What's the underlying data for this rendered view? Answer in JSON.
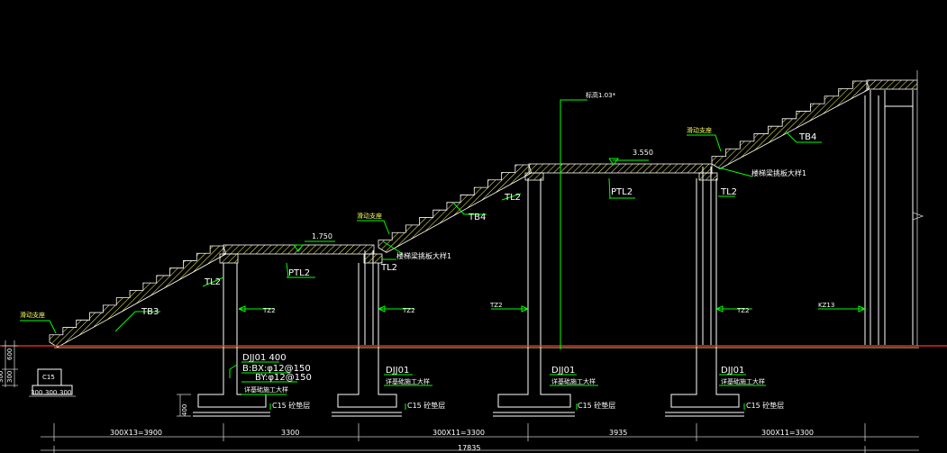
{
  "drawing": {
    "background": "#000000",
    "colors": {
      "structure": "#ffffff",
      "hatch": "#ffff66",
      "leader": "#00ff00",
      "ground": "#ff3333",
      "dimension": "#c8c8c8"
    },
    "labels": {
      "slide_support_1": "滑动支座",
      "slide_support_2": "滑动支座",
      "slide_support_3": "滑动支座",
      "tb3": "TB3",
      "tb4_mid": "TB4",
      "tb4_top": "TB4",
      "tl2_1": "TL2",
      "tl2_2": "TL2",
      "tl2_3": "TL2",
      "tl2_4": "TL2",
      "ptl2_1": "PTL2",
      "ptl2_2": "PTL2",
      "elev_1750": "1.750",
      "elev_3550": "3.550",
      "elev_top": "标高1.03*",
      "beam_note_1": "楼梯梁挑板大样1",
      "beam_note_2": "楼梯梁挑板大样1",
      "tz2_1": "TZ2",
      "tz2_2": "TZ2",
      "tz2_3": "TZ2",
      "tz2_4": "TZ2",
      "kz_right": "KZ13",
      "footing_main": "DJJ01 400",
      "footing_bbx": "B:BX:φ12@150",
      "footing_by": "BY:φ12@150",
      "footing_ref": "详基础施工大样",
      "djj01_a": "DJJ01",
      "djj01_a_ref": "详基础施工大样",
      "djj01_b": "DJJ01",
      "djj01_b_ref": "详基础施工大样",
      "djj01_c": "DJJ01",
      "djj01_c_ref": "详基础施工大样",
      "c15_1": "C15 砼垫层",
      "c15_2": "C15 砼垫层",
      "c15_3": "C15 砼垫层",
      "c15_4": "C15 砼垫层",
      "left_block": "C15",
      "dim_300a": "300",
      "dim_600": "600",
      "dim_300b": "300",
      "dim_400": "400",
      "dim_bot_1": "300",
      "dim_bot_2": "300",
      "dim_bot_3": "300",
      "dim_seg_1": "300X13=3900",
      "dim_seg_2": "3300",
      "dim_seg_3": "300X11=3300",
      "dim_seg_4": "3935",
      "dim_seg_5": "300X11=3300",
      "dim_total": "17835"
    }
  }
}
